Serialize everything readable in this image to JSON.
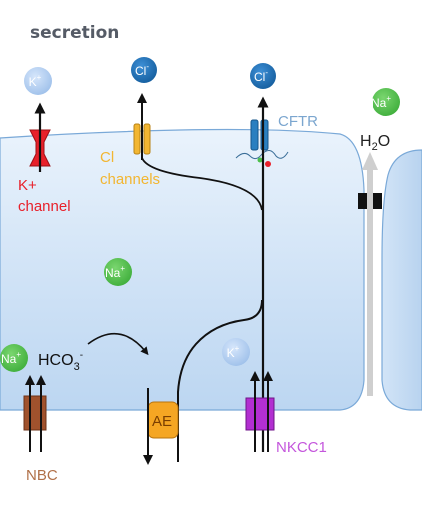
{
  "title": "secretion",
  "ions": {
    "k_top": "K",
    "k_top_sup": "+",
    "cl_left": "Cl",
    "cl_left_sup": "-",
    "cl_right": "Cl",
    "cl_right_sup": "-",
    "na_right": "Na",
    "na_right_sup": "+",
    "na_center": "Na",
    "na_center_sup": "+",
    "na_bottom": "Na",
    "na_bottom_sup": "+",
    "k_bottom": "K",
    "k_bottom_sup": "+"
  },
  "labels": {
    "k_channel_line1": "K+",
    "k_channel_line2": "channel",
    "cl_channels_line1": "Cl",
    "cl_channels_line2": "channels",
    "cftr": "CFTR",
    "h2o_main": "H",
    "h2o_sub": "2",
    "h2o_end": "O",
    "hco3_main": "HCO",
    "hco3_sub": "3",
    "hco3_sup": "-",
    "ae": "AE",
    "nbc": "NBC",
    "nkcc1": "NKCC1"
  },
  "colors": {
    "k_channel": "#e8202a",
    "cl_channel": "#f2b632",
    "cftr": "#2a7fc0",
    "ae": "#f5a623",
    "nbc": "#a0522d",
    "nkcc1": "#b22fd1",
    "na_ion": "#4cbf4a",
    "cl_ion": "#1f6fb5",
    "k_ion": "#aacbf2",
    "cell_fill": "#d6e7f8",
    "tight_junction": "#111111"
  }
}
